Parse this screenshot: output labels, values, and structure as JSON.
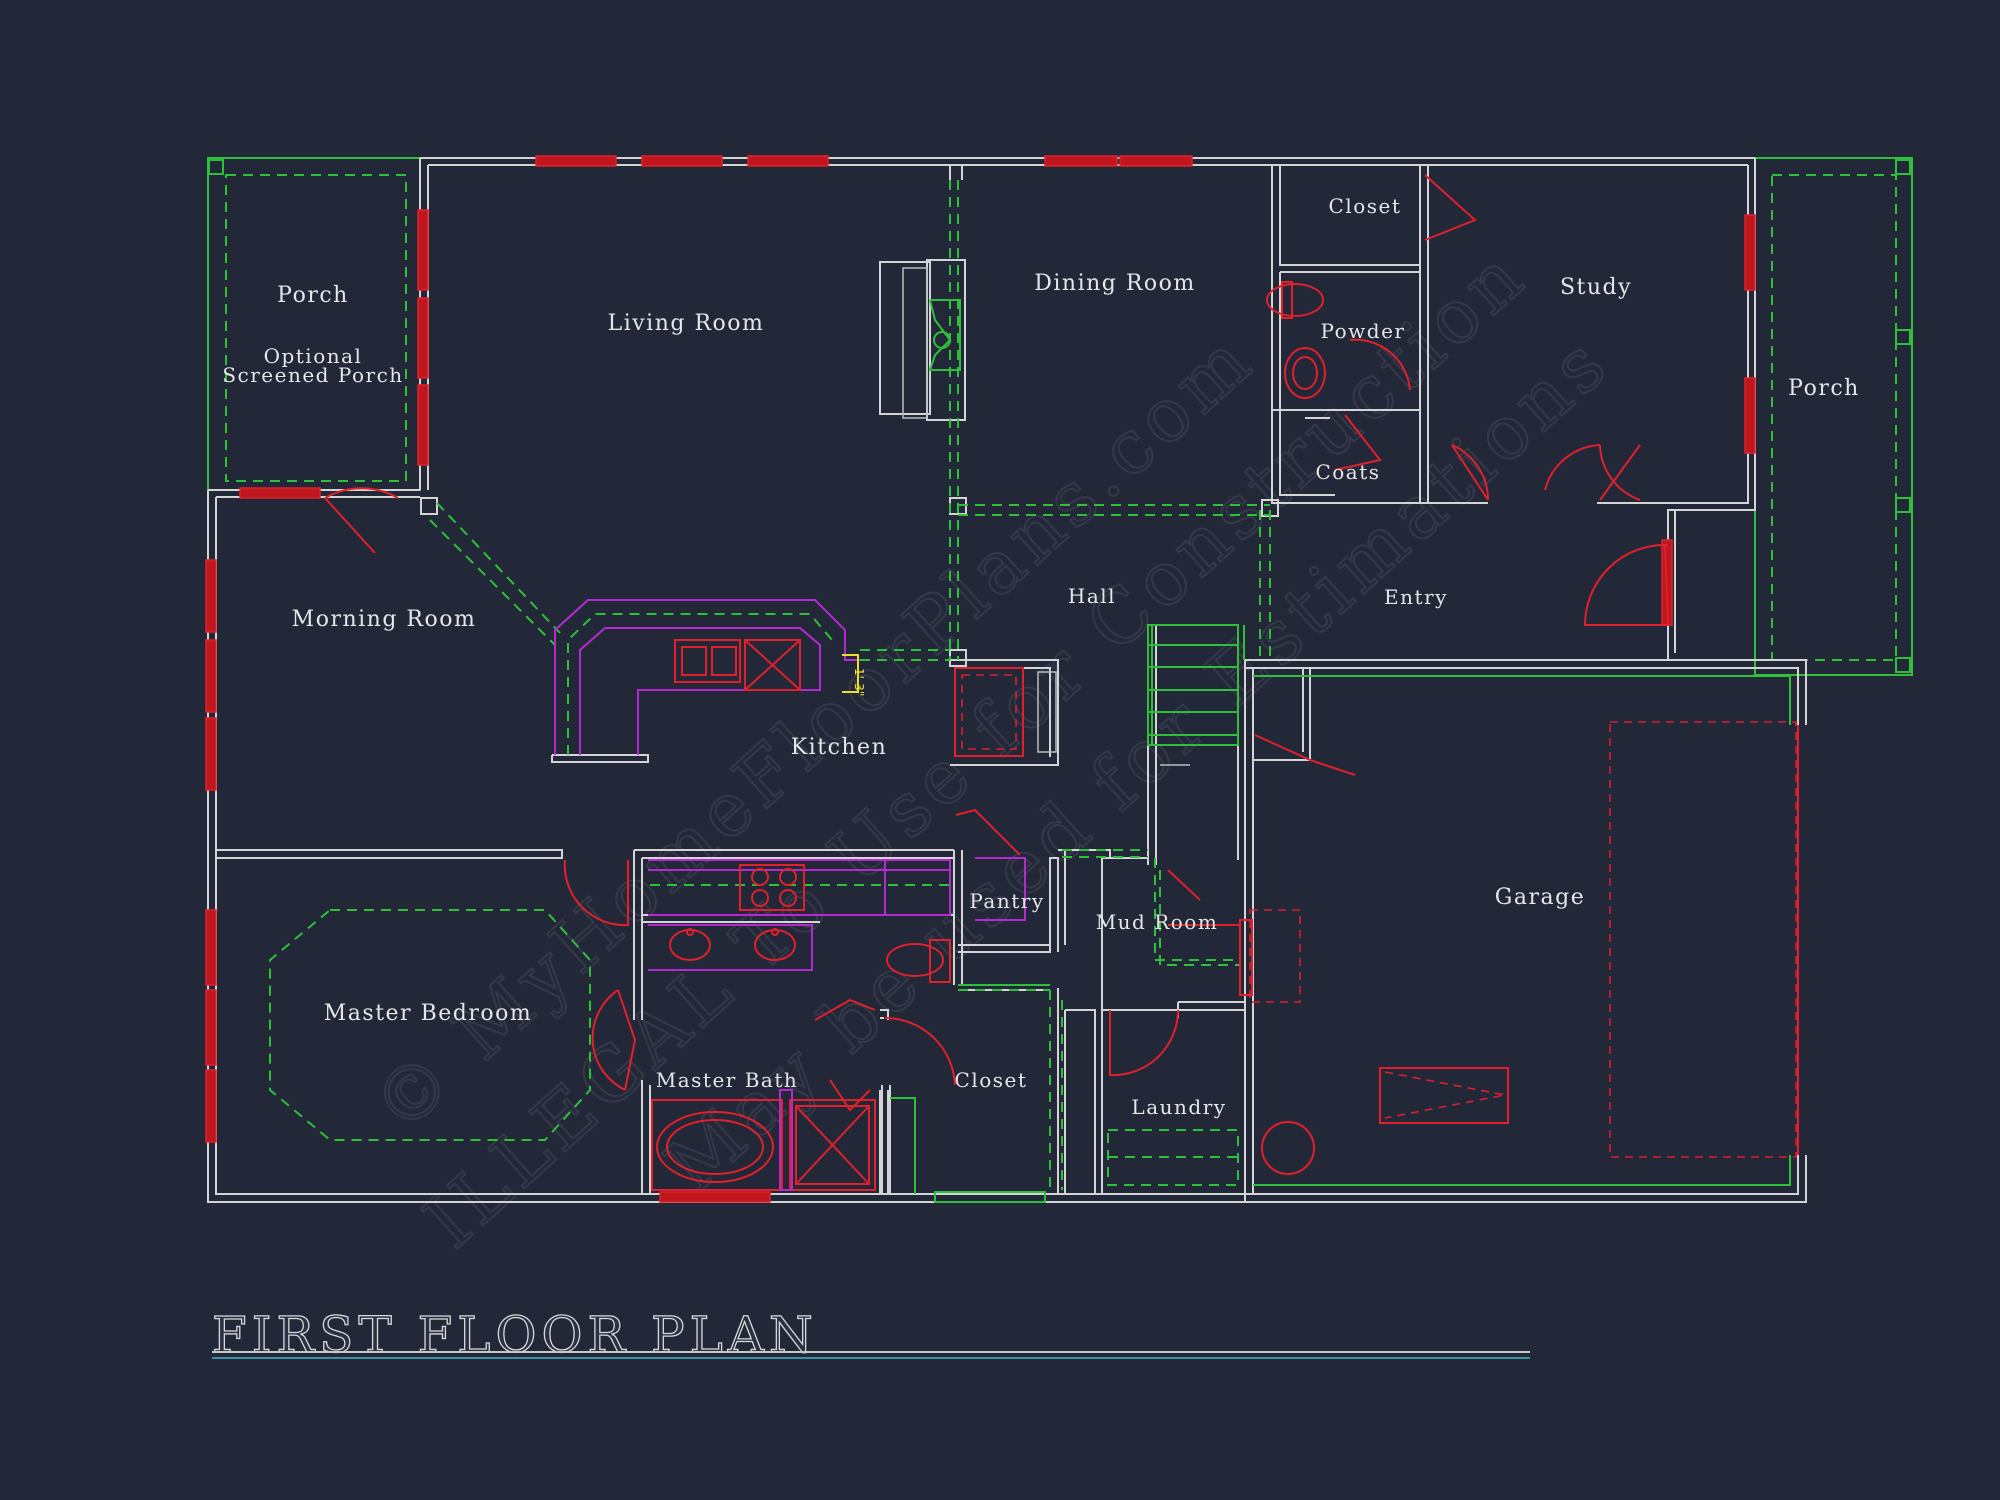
{
  "plan_title": "FIRST FLOOR PLAN",
  "watermark": {
    "line1": "© MyHomeFloorPlans.com",
    "line2": "ILLEGAL To Use for Construction",
    "line3": "May be used for Estimations"
  },
  "rooms": {
    "porch_left": "Porch",
    "optional_line1": "Optional",
    "optional_line2": "Screened Porch",
    "living_room": "Living Room",
    "dining_room": "Dining Room",
    "closet_top": "Closet",
    "study": "Study",
    "powder": "Powder",
    "coats": "Coats",
    "porch_right": "Porch",
    "morning_room": "Morning Room",
    "hall": "Hall",
    "entry": "Entry",
    "kitchen": "Kitchen",
    "pantry": "Pantry",
    "mud_room": "Mud Room",
    "garage": "Garage",
    "master_bedroom": "Master Bedroom",
    "master_bath": "Master Bath",
    "closet_bottom": "Closet",
    "laundry": "Laundry"
  },
  "dimension_label": "1'-3\"",
  "colors": {
    "background": "#232839",
    "wall": "#d4d4d4",
    "window": "#e0202b",
    "dashed_outline": "#2fbf3a",
    "cabinet": "#b52ad0"
  }
}
